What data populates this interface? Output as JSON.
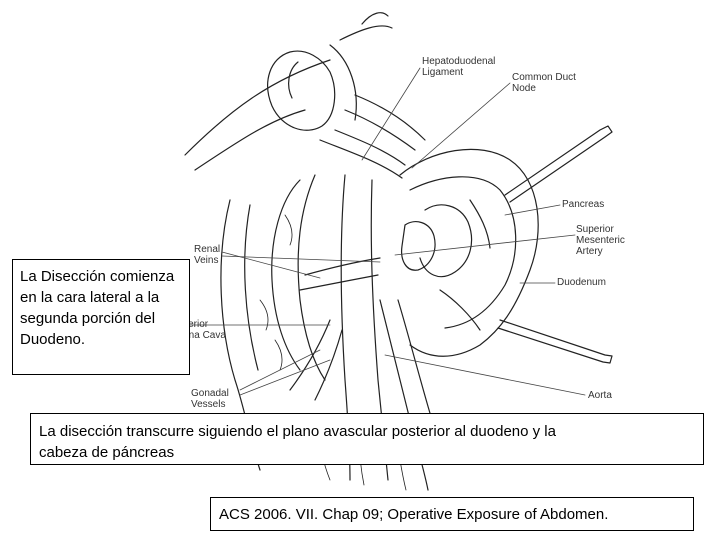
{
  "anatomy_labels": {
    "hepatoduodenal": [
      "Hepatoduodenal",
      "Ligament"
    ],
    "common_duct": [
      "Common Duct",
      "Node"
    ],
    "pancreas": [
      "Pancreas"
    ],
    "sma": [
      "Superior",
      "Mesenteric",
      "Artery"
    ],
    "duodenum": [
      "Duodenum"
    ],
    "renal": [
      "Renal",
      "Veins"
    ],
    "ivc": [
      "Inferior",
      "Vena Cava"
    ],
    "gonadal": [
      "Gonadal",
      "Vessels"
    ],
    "aorta": [
      "Aorta"
    ]
  },
  "captions": {
    "left": [
      "La Disección comienza",
      "en la cara lateral a la",
      "segunda porción del",
      "Duodeno."
    ],
    "middle": [
      "La disección transcurre siguiendo el plano avascular posterior al duodeno y la",
      "cabeza de páncreas"
    ],
    "reference": "ACS 2006. VII. Chap 09; Operative Exposure of Abdomen."
  },
  "colors": {
    "ink": "#222222",
    "label": "#333333",
    "background": "#ffffff"
  }
}
